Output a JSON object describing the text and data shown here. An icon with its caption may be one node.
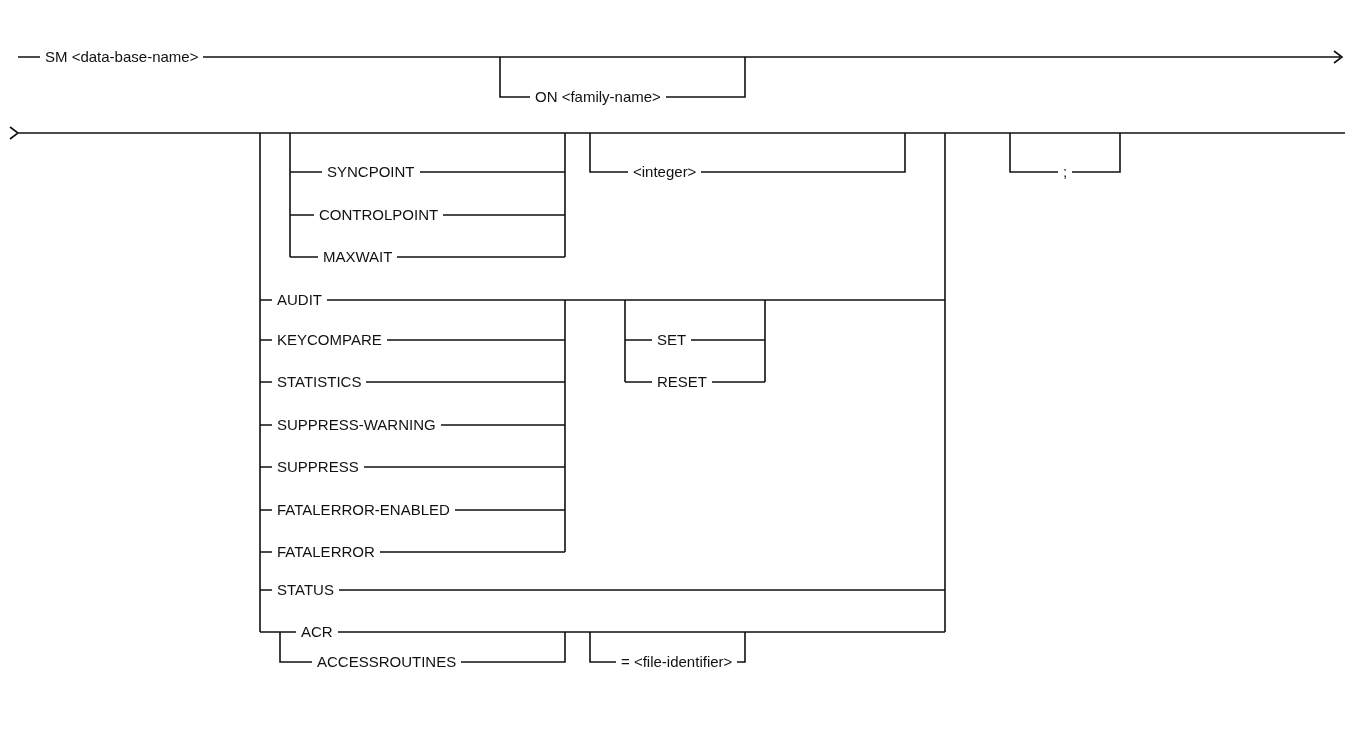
{
  "diagram": {
    "labels": [
      "SM <data-base-name>",
      "ON <family-name>",
      "SYNCPOINT",
      "<integer>",
      ";",
      "CONTROLPOINT",
      "MAXWAIT",
      "AUDIT",
      "KEYCOMPARE",
      "SET",
      "STATISTICS",
      "RESET",
      "SUPPRESS-WARNING",
      "SUPPRESS",
      "FATALERROR-ENABLED",
      "FATALERROR",
      "STATUS",
      "ACR",
      "ACCESSROUTINES",
      "= <file-identifier>"
    ]
  }
}
